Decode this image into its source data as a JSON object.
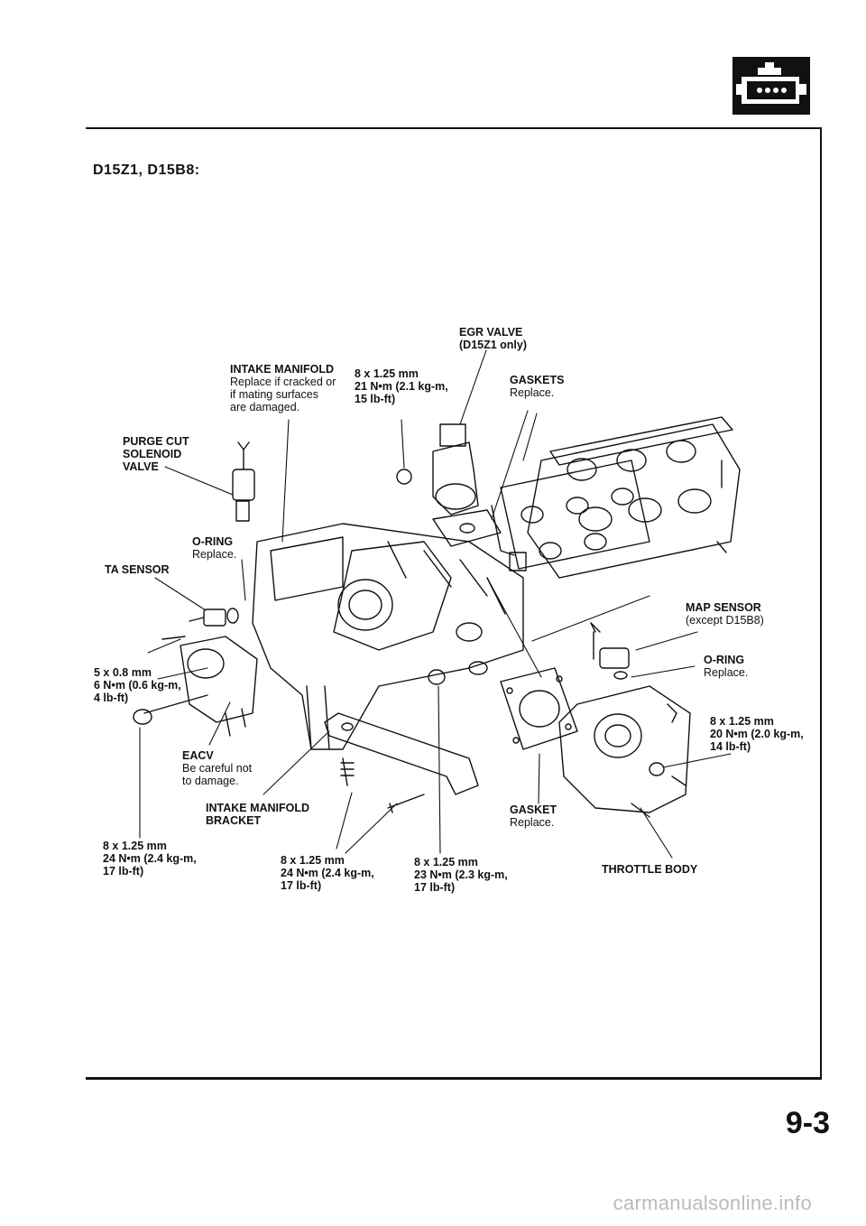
{
  "header": {
    "heading": "D15Z1, D15B8:"
  },
  "page_number": "9-3",
  "footer_text": "carmanualsonline.info",
  "colors": {
    "ink": "#111111",
    "paper": "#ffffff"
  },
  "labels": {
    "egr_valve": {
      "title": "EGR VALVE",
      "sub": "(D15Z1 only)"
    },
    "intake_manifold": {
      "title": "INTAKE MANIFOLD",
      "sub1": "Replace if cracked or",
      "sub2": "if mating surfaces",
      "sub3": "are damaged."
    },
    "bolt_21": {
      "l1": "8 x 1.25 mm",
      "l2": "21 N•m (2.1 kg-m,",
      "l3": "15 lb-ft)"
    },
    "gaskets": {
      "title": "GASKETS",
      "sub": "Replace."
    },
    "purge_cut": {
      "l1": "PURGE CUT",
      "l2": "SOLENOID",
      "l3": "VALVE"
    },
    "oring_left": {
      "title": "O-RING",
      "sub": "Replace."
    },
    "ta_sensor": {
      "title": "TA SENSOR"
    },
    "map_sensor": {
      "title": "MAP SENSOR",
      "sub": "(except D15B8)"
    },
    "oring_right": {
      "title": "O-RING",
      "sub": "Replace."
    },
    "bolt_5x08": {
      "l1": "5 x 0.8 mm",
      "l2": "6 N•m (0.6 kg-m,",
      "l3": "4 lb-ft)"
    },
    "bolt_20": {
      "l1": "8 x 1.25 mm",
      "l2": "20 N•m (2.0 kg-m,",
      "l3": "14 lb-ft)"
    },
    "eacv": {
      "title": "EACV",
      "sub1": "Be careful not",
      "sub2": "to damage."
    },
    "bracket": {
      "l1": "INTAKE MANIFOLD",
      "l2": "BRACKET"
    },
    "gasket_tb": {
      "title": "GASKET",
      "sub": "Replace."
    },
    "bolt_24_left": {
      "l1": "8 x 1.25 mm",
      "l2": "24 N•m (2.4 kg-m,",
      "l3": "17 lb-ft)"
    },
    "bolt_24_mid": {
      "l1": "8 x 1.25 mm",
      "l2": "24 N•m (2.4 kg-m,",
      "l3": "17 lb-ft)"
    },
    "bolt_23": {
      "l1": "8 x 1.25 mm",
      "l2": "23 N•m (2.3 kg-m,",
      "l3": "17 lb-ft)"
    },
    "throttle_body": {
      "title": "THROTTLE BODY"
    }
  }
}
